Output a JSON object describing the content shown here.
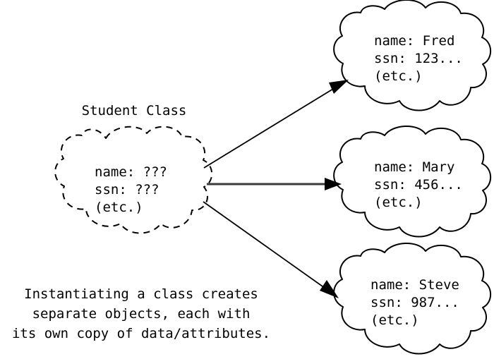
{
  "diagram": {
    "title_label": "Student Class",
    "caption_lines": [
      "Instantiating a class creates",
      "separate objects, each with",
      "its own copy of data/attributes."
    ],
    "caption_text": "Instantiating a class creates\nseparate objects, each with\nits own copy of data/attributes.",
    "colors": {
      "background": "#ffffff",
      "stroke": "#000000",
      "arrow_middle": "#3a3a3a",
      "text": "#000000"
    },
    "class_node": {
      "name": "student-class-cloud",
      "outline": "dashed",
      "lines": [
        "name: ???",
        "ssn: ???",
        "(etc.)"
      ],
      "line_1": "name: ???",
      "line_2": "ssn: ???",
      "line_3": "(etc.)",
      "text_block": "name: ???\nssn: ???\n(etc.)"
    },
    "object_nodes": [
      {
        "name": "object-cloud-fred",
        "outline": "solid",
        "lines": [
          "name: Fred",
          "ssn: 123...",
          "(etc.)"
        ],
        "line_1": "name: Fred",
        "line_2": "ssn: 123...",
        "line_3": "(etc.)",
        "text_block": "name: Fred\nssn: 123...\n(etc.)"
      },
      {
        "name": "object-cloud-mary",
        "outline": "solid",
        "lines": [
          "name: Mary",
          "ssn: 456...",
          "(etc.)"
        ],
        "line_1": "name: Mary",
        "line_2": "ssn: 456...",
        "line_3": "(etc.)",
        "text_block": "name: Mary\nssn: 456...\n(etc.)"
      },
      {
        "name": "object-cloud-steve",
        "outline": "solid",
        "lines": [
          "name: Steve",
          "ssn: 987...",
          "(etc.)"
        ],
        "line_1": "name: Steve",
        "line_2": "ssn: 987...",
        "line_3": "(etc.)",
        "text_block": "name: Steve\nssn: 987...\n(etc.)"
      }
    ],
    "arrows": [
      {
        "name": "arrow-class-to-fred",
        "from": "student-class-cloud",
        "to": "object-cloud-fred"
      },
      {
        "name": "arrow-class-to-mary",
        "from": "student-class-cloud",
        "to": "object-cloud-mary"
      },
      {
        "name": "arrow-class-to-steve",
        "from": "student-class-cloud",
        "to": "object-cloud-steve"
      }
    ]
  }
}
